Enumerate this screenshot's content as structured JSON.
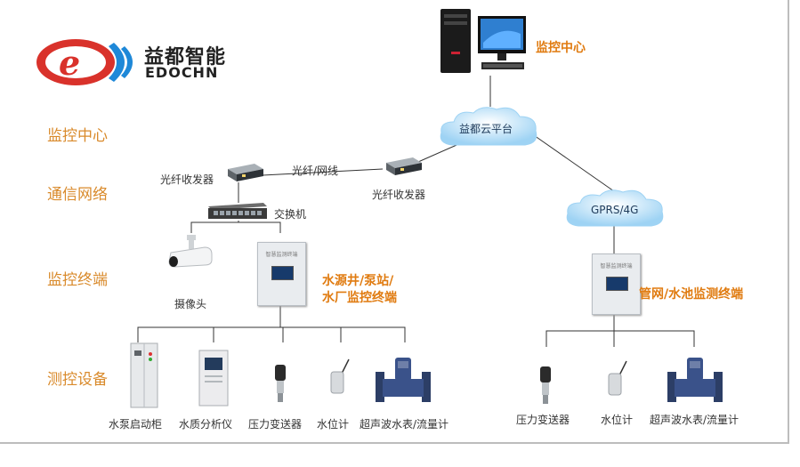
{
  "brand": {
    "name_cn": "益都智能",
    "name_en": "EDOCHN",
    "colors": {
      "red": "#d9322b",
      "blue": "#1e88d8",
      "orange": "#d98a2b"
    }
  },
  "tiers": {
    "center": "监控中心",
    "network": "通信网络",
    "terminal": "监控终端",
    "device": "测控设备"
  },
  "nodes": {
    "pc_label": "监控中心",
    "cloud_platform": "益都云平台",
    "gprs": "GPRS/4G",
    "transceiver_left": "光纤收发器",
    "transceiver_right": "光纤收发器",
    "link_label": "光纤/网线",
    "switch": "交换机",
    "camera": "摄像头",
    "terminal_left_l1": "水源井/泵站/",
    "terminal_left_l2": "水厂监控终端",
    "terminal_right": "管网/水池监测终端",
    "cabinet_header": "智慧监测终端"
  },
  "devices_left": [
    {
      "label": "水泵启动柜",
      "icon": "control-cabinet-icon"
    },
    {
      "label": "水质分析仪",
      "icon": "water-quality-analyzer-icon"
    },
    {
      "label": "压力变送器",
      "icon": "pressure-transmitter-icon"
    },
    {
      "label": "水位计",
      "icon": "level-gauge-icon"
    },
    {
      "label": "超声波水表/流量计",
      "icon": "flow-meter-icon"
    }
  ],
  "devices_right": [
    {
      "label": "压力变送器",
      "icon": "pressure-transmitter-icon"
    },
    {
      "label": "水位计",
      "icon": "level-gauge-icon"
    },
    {
      "label": "超声波水表/流量计",
      "icon": "flow-meter-icon"
    }
  ]
}
